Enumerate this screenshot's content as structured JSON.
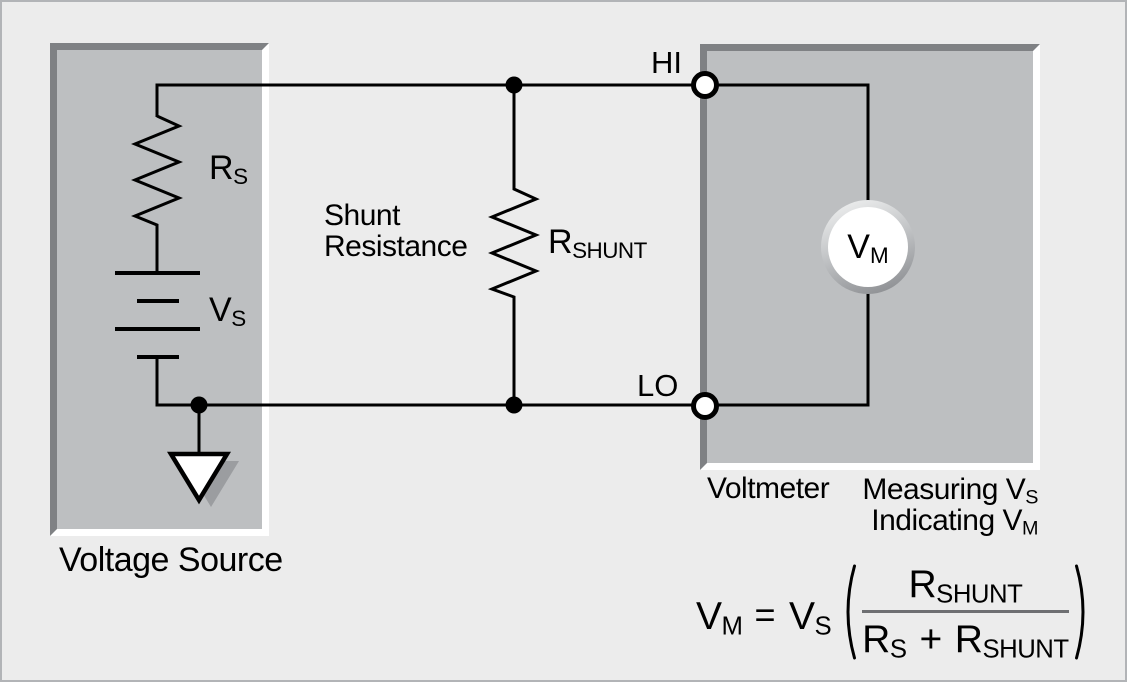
{
  "figure": {
    "type": "circuit-diagram",
    "description_labels": {
      "voltage_source": "Voltage Source",
      "shunt_line1": "Shunt",
      "shunt_line2": "Resistance",
      "voltmeter": "Voltmeter"
    },
    "colors": {
      "background": "#ececec",
      "frame_border": "#b2b4b7",
      "box_fill": "#bdbfc1",
      "bevel_dark": "#7f8184",
      "bevel_light": "#ffffff",
      "wire": "#000000",
      "ground_shadow": "#9b9da0",
      "fraction_bar": "#6e6f72",
      "meter_ring_light": "#f4f5f5",
      "meter_ring_dark": "#84868a"
    },
    "terminals": {
      "hi": "HI",
      "lo": "LO"
    },
    "components": {
      "source_resistor": {
        "base": "R",
        "sub": "S"
      },
      "source_voltage": {
        "base": "V",
        "sub": "S"
      },
      "shunt_resistor": {
        "base": "R",
        "sub": "SHUNT"
      },
      "meter_reading": {
        "base": "V",
        "sub": "M"
      }
    },
    "voltmeter_notes": {
      "line1_text": "Measuring V",
      "line1_sub": "S",
      "line2_text": "Indicating V",
      "line2_sub": "M"
    },
    "formula": {
      "lhs_base": "V",
      "lhs_sub": "M",
      "equals": "=",
      "coeff_base": "V",
      "coeff_sub": "S",
      "numerator_base": "R",
      "numerator_sub": "SHUNT",
      "den_first_base": "R",
      "den_first_sub": "S",
      "plus": "+",
      "den_second_base": "R",
      "den_second_sub": "SHUNT"
    }
  }
}
